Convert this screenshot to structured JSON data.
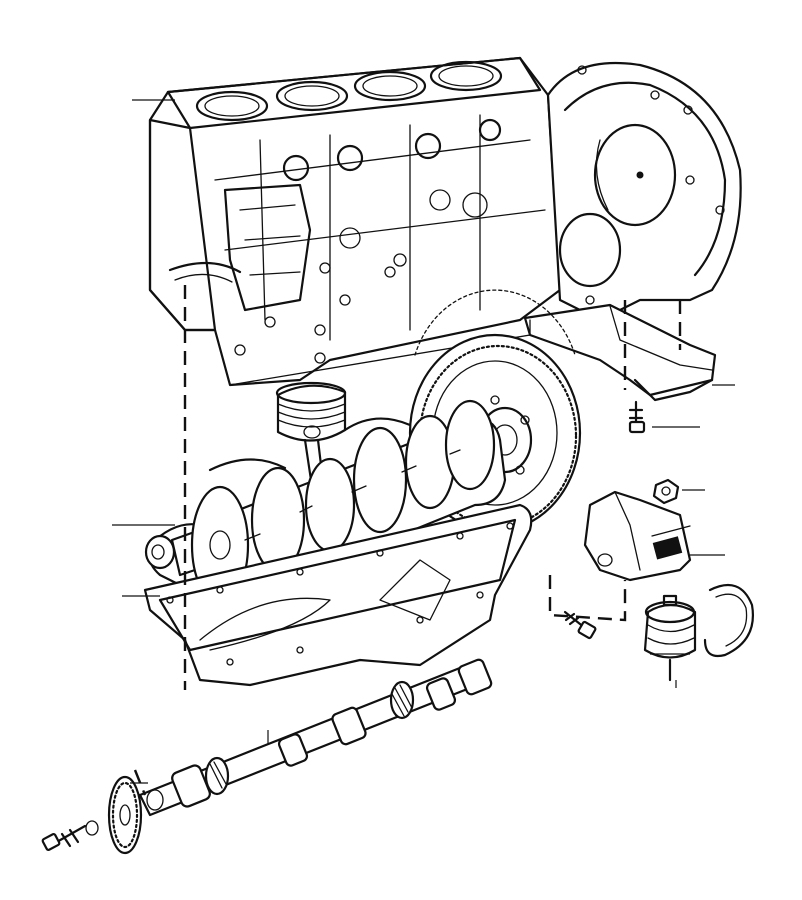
{
  "diagram": {
    "parts": [
      {
        "id": "engine-block",
        "icon": "engine-block-icon"
      },
      {
        "id": "timing-cover",
        "icon": "timing-cover-icon"
      },
      {
        "id": "piston",
        "icon": "piston-icon"
      },
      {
        "id": "crankshaft",
        "icon": "crankshaft-icon"
      },
      {
        "id": "flywheel",
        "icon": "flywheel-icon"
      },
      {
        "id": "oil-pan",
        "icon": "oil-pan-icon"
      },
      {
        "id": "engine-mount-bracket",
        "icon": "bracket-icon"
      },
      {
        "id": "rubber-mount",
        "icon": "rubber-mount-icon"
      },
      {
        "id": "heat-shield",
        "icon": "heat-shield-icon"
      },
      {
        "id": "camshaft",
        "icon": "camshaft-icon"
      },
      {
        "id": "camshaft-gear",
        "icon": "gear-icon"
      },
      {
        "id": "bolts",
        "icon": "bolt-icon"
      }
    ]
  }
}
